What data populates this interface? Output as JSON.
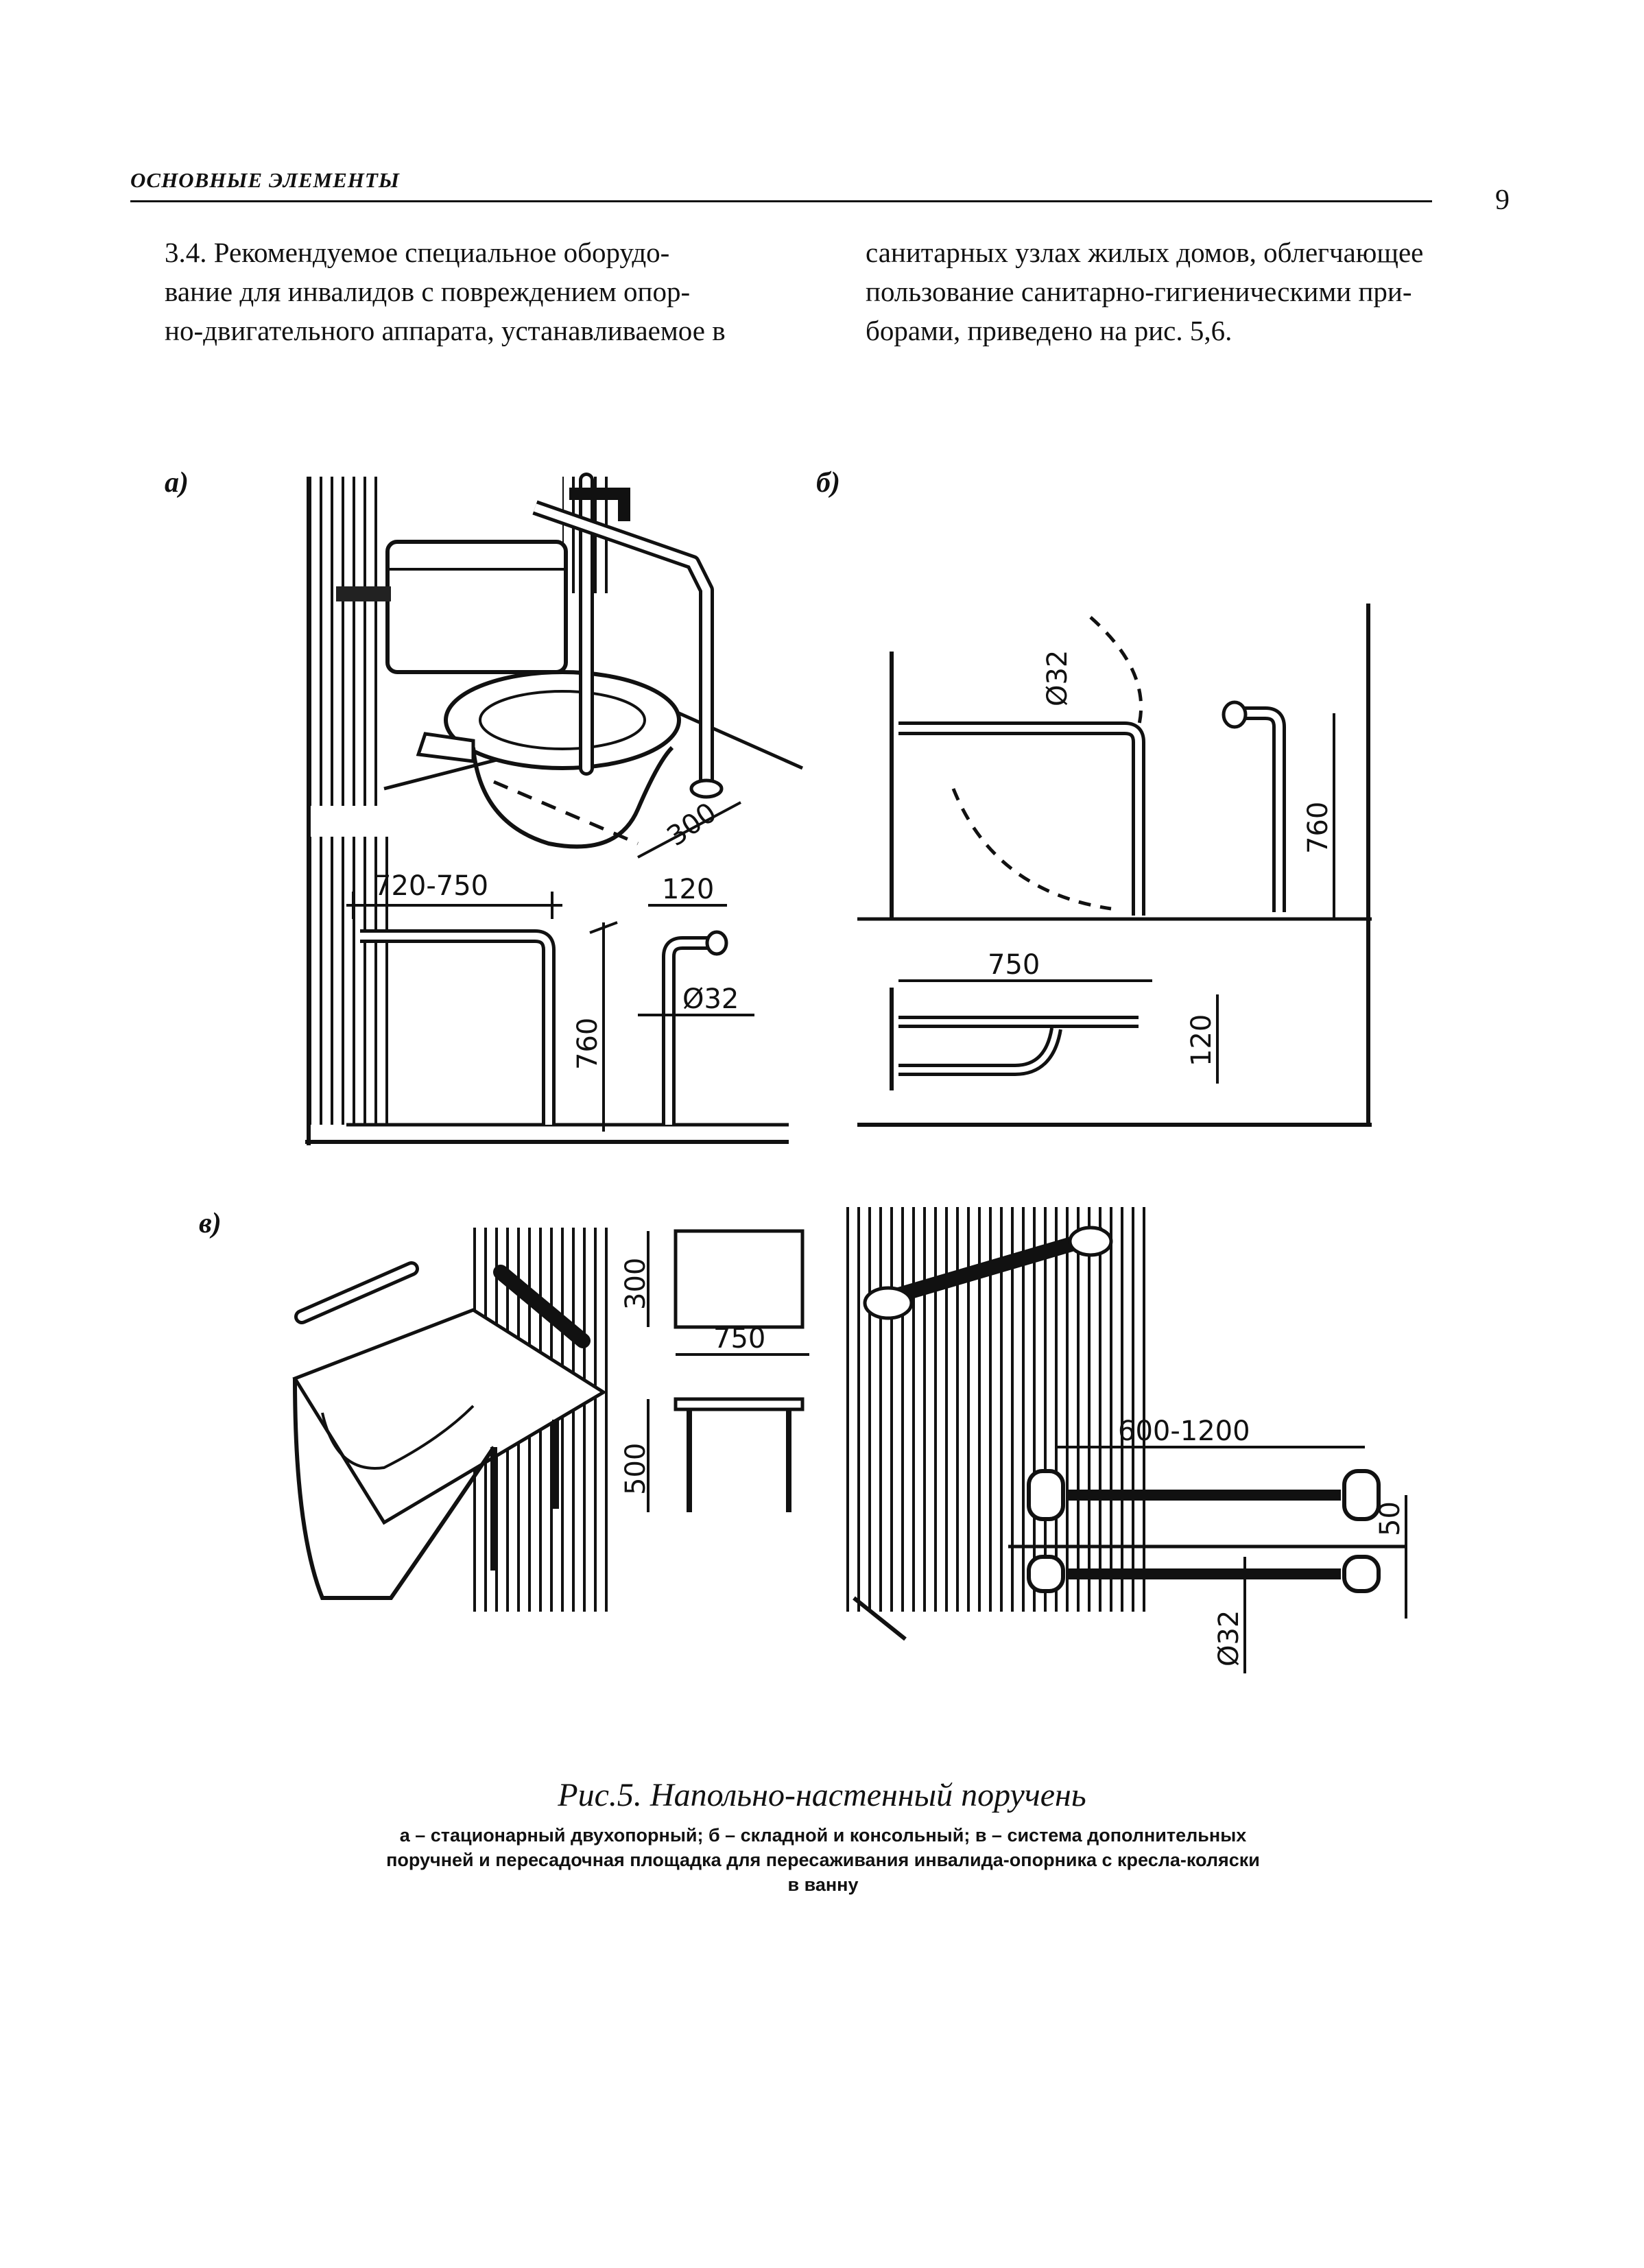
{
  "header": {
    "section_title": "ОСНОВНЫЕ ЭЛЕМЕНТЫ",
    "page_number": "9"
  },
  "text": {
    "left_lines": [
      "3.4. Рекомендуемое специальное оборудо-",
      "вание для инвалидов с повреждением опор-",
      "но-двигательного аппарата, устанавливаемое в"
    ],
    "right_lines": [
      "санитарных узлах жилых домов, облегчающее",
      "пользование санитарно-гигиеническими при-",
      "борами, приведено на рис. 5,6."
    ]
  },
  "figure": {
    "panel_labels": {
      "a": "а)",
      "b": "б)",
      "v": "в)"
    },
    "dimensions": {
      "a_width": "720-750",
      "a_offset": "120",
      "a_height": "760",
      "a_diameter": "Ø32",
      "a_distance": "300",
      "b_diameter": "Ø32",
      "b_height": "760",
      "b_length": "750",
      "b_depth": "120",
      "v_height_top": "300",
      "v_width": "750",
      "v_height_bottom": "500",
      "v_rail_length": "600-1200",
      "v_rail_offset": "50",
      "v_rail_diameter": "Ø32"
    }
  },
  "caption": {
    "title": "Рис.5. Напольно-настенный поручень",
    "lines": [
      "а – стационарный двухопорный; б – складной и консольный; в – система дополнительных",
      "поручней и пересадочная площадка для пересаживания инвалида-опорника с кресла-коляски",
      "в ванну"
    ]
  }
}
